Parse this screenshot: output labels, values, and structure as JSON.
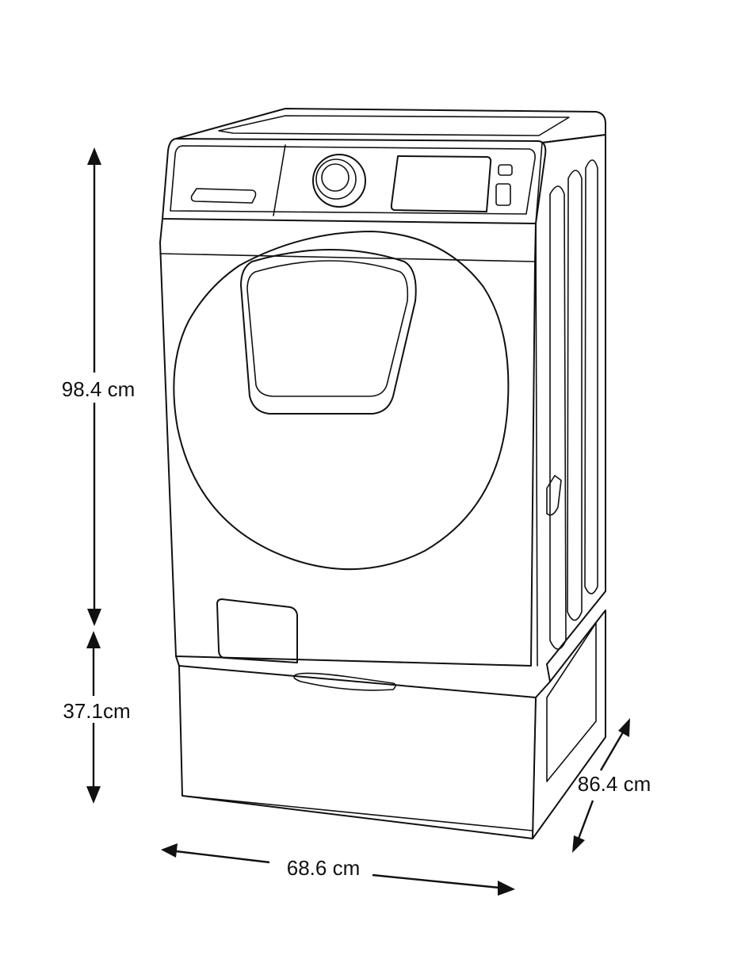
{
  "dimensions": {
    "washer_height": "98.4 cm",
    "pedestal_height": "37.1cm",
    "width": "68.6 cm",
    "depth": "86.4 cm"
  }
}
